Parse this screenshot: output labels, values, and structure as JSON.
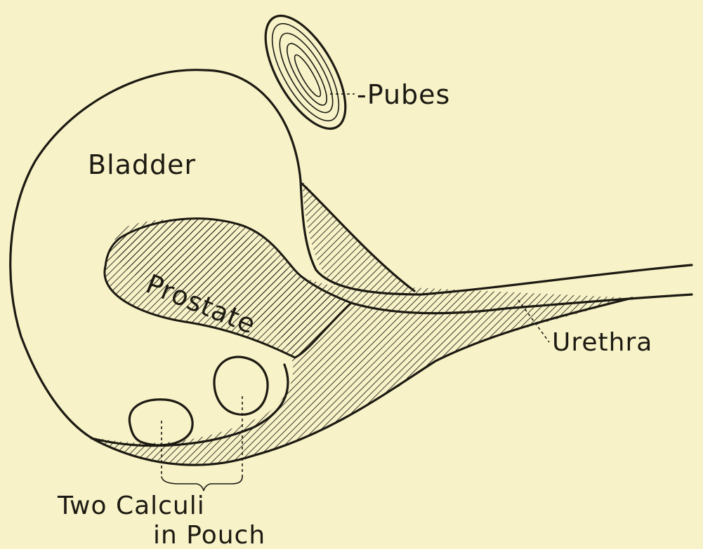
{
  "labels": {
    "pubes": "-Pubes",
    "bladder": "Bladder",
    "prostate": "Prostate",
    "urethra": "Urethra",
    "calculi_line1": "Two Calculi",
    "calculi_line2": "in Pouch"
  },
  "colors": {
    "paper": "#f7f2c8",
    "ink": "#1c1a12"
  }
}
